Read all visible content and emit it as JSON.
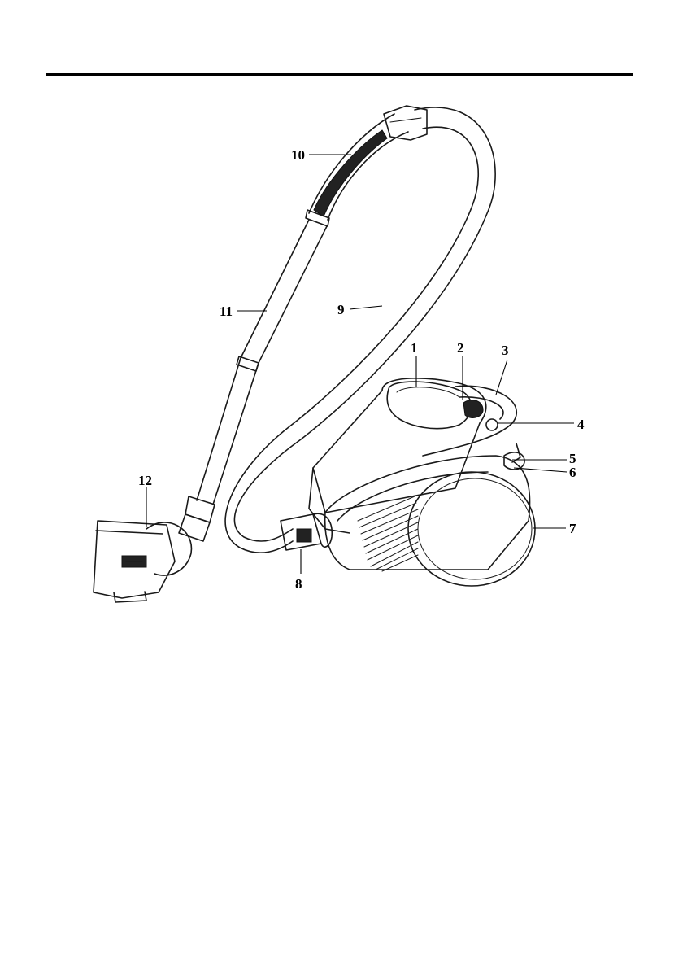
{
  "figure": {
    "description_free": true,
    "callouts": [
      {
        "id": "c1",
        "label": "1"
      },
      {
        "id": "c2",
        "label": "2"
      },
      {
        "id": "c3",
        "label": "3"
      },
      {
        "id": "c4",
        "label": "4"
      },
      {
        "id": "c5",
        "label": "5"
      },
      {
        "id": "c6",
        "label": "6"
      },
      {
        "id": "c7",
        "label": "7"
      },
      {
        "id": "c8",
        "label": "8"
      },
      {
        "id": "c9",
        "label": "9"
      },
      {
        "id": "c10",
        "label": "10"
      },
      {
        "id": "c11",
        "label": "11"
      },
      {
        "id": "c12",
        "label": "12"
      }
    ]
  },
  "colors": {
    "line": "#1a1a1a",
    "rule": "#000000",
    "background": "#ffffff"
  }
}
